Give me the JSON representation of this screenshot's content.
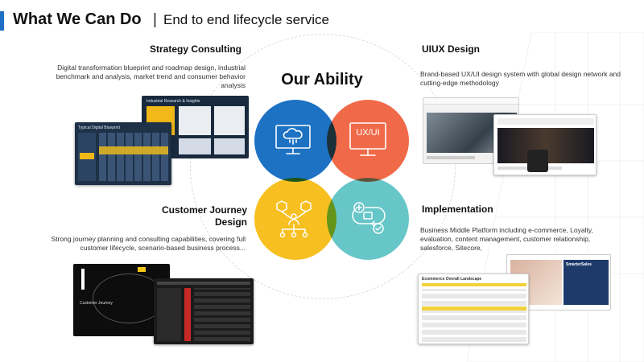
{
  "header": {
    "title": "What We Can Do",
    "separator": "|",
    "subtitle": "End to end lifecycle service",
    "accent_color": "#1f6fc5"
  },
  "center": {
    "title": "Our Ability",
    "circles": [
      {
        "color": "#1d72c3",
        "icon": "cloud-monitor-icon"
      },
      {
        "color": "#f06a4a",
        "icon": "ux-ui-monitor-icon",
        "label": "UX/UI"
      },
      {
        "color": "#f7bf20",
        "icon": "customer-journey-nodes-icon"
      },
      {
        "color": "#67c6c8",
        "icon": "implementation-cycle-icon"
      }
    ]
  },
  "strategy": {
    "heading": "Strategy Consulting",
    "desc": "Digital transformation blueprint and roadmap design, industrial benchmark and analysis, market trend and consumer behavior analysis",
    "screen_labels": [
      "Typical Digital Blueprint",
      "Industrial Research & Insights"
    ]
  },
  "uiux": {
    "heading": "UIUX Design",
    "desc": "Brand-based UX/UI design system with global design network and cutting-edge methodology"
  },
  "journey": {
    "heading_line1": "Customer Journey",
    "heading_line2": "Design",
    "desc": "Strong journey planning and consulting capabilities, covering full customer lifecycle, scenario-based business process...",
    "screen_label": "Customer Journey"
  },
  "implementation": {
    "heading": "Implementation",
    "desc": "Business Middle Platform including e-commerce, Loyalty, evaluation, content management, customer relationship, salesforce, Sitecore,",
    "screen_labels": [
      "Ecommerce Overall Landscape",
      "SmarterSales"
    ]
  }
}
